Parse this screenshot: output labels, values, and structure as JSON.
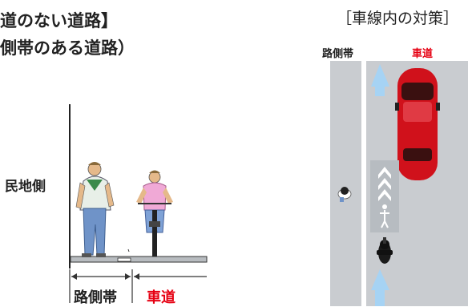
{
  "left_panel": {
    "title_line1": "道のない道路】",
    "title_line2": "側帯のある道路）",
    "label_roadside": "民地側",
    "label_shoulder": "路側帯",
    "label_carriageway": "車道"
  },
  "right_panel": {
    "title": "［車線内の対策］",
    "label_shoulder": "路側帯",
    "label_carriageway": "車道"
  },
  "colors": {
    "red_label": "#e60012",
    "road_gray": "#c9ccd0",
    "arrow_blue": "#a6d3f4",
    "car_red": "#d0111b",
    "pictogram_box": "#b7bcc1"
  },
  "icons": [
    "person-icon",
    "bicycle-icon",
    "car-icon",
    "pedestrian-icon",
    "motorcycle-icon",
    "arrow-up-icon",
    "chevron-up-icon"
  ]
}
